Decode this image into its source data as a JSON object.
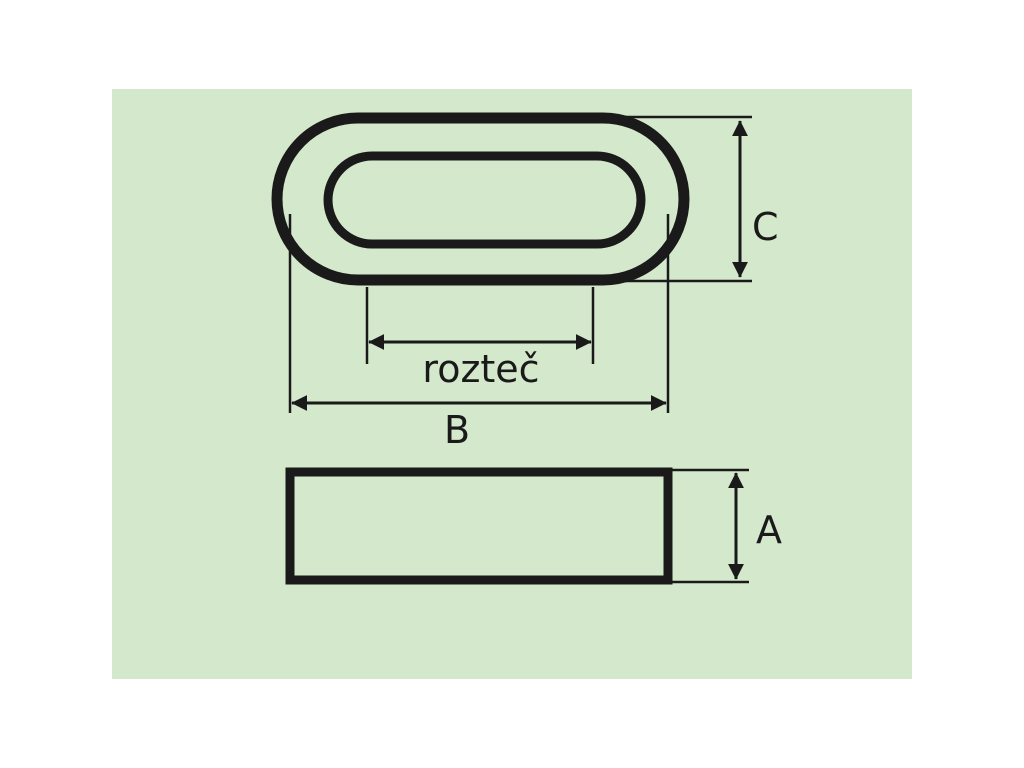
{
  "colors": {
    "background": "#ffffff",
    "panel": "#d4e8cc",
    "stroke": "#1a1a1a"
  },
  "labels": {
    "pitch": "rozteč",
    "length": "B",
    "width": "C",
    "height": "A"
  }
}
